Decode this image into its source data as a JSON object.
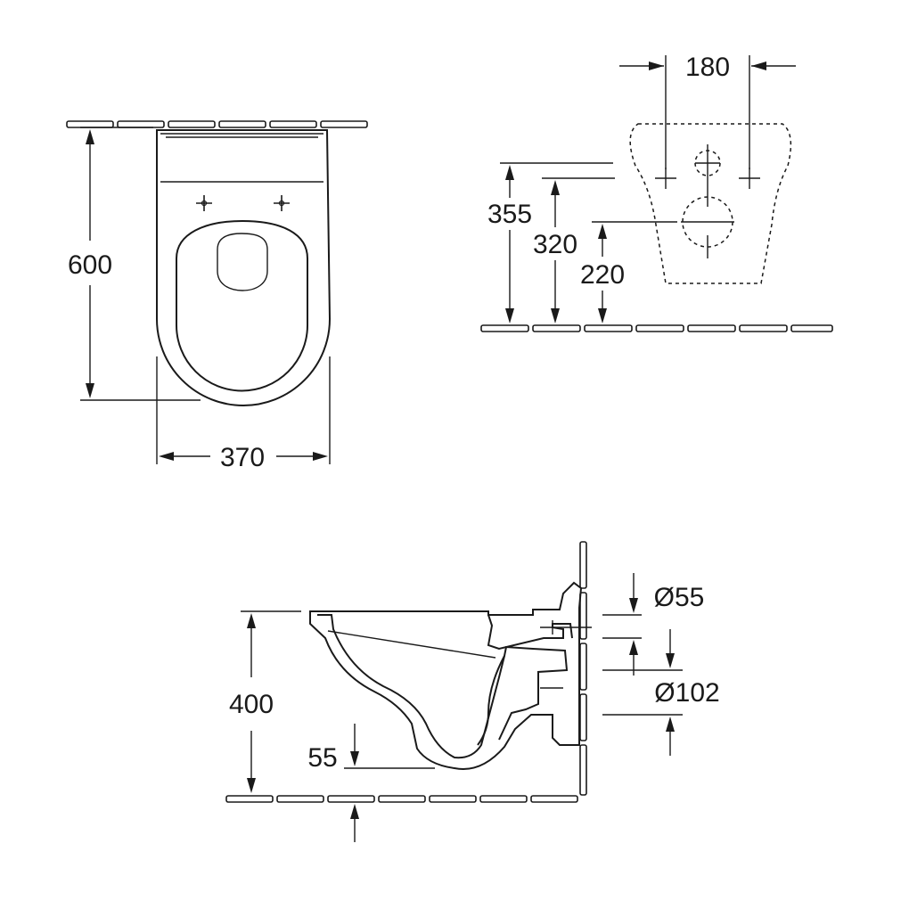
{
  "diagram": {
    "top_view": {
      "height_label": "600",
      "width_label": "370"
    },
    "rear_view": {
      "bolt_spacing_label": "180",
      "bolt_height_label": "355",
      "outlet_height_label": "320",
      "inlet_height_label": "220"
    },
    "side_view": {
      "rim_height_label": "400",
      "floor_clearance_label": "55",
      "inlet_diameter_label": "Ø55",
      "outlet_diameter_label": "Ø102"
    }
  }
}
